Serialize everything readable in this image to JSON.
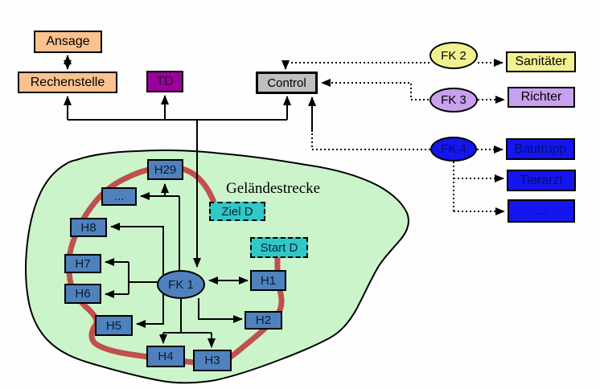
{
  "diagram": {
    "region_label": "Geländestrecke",
    "nodes": {
      "ansage": {
        "label": "Ansage"
      },
      "rechenstelle": {
        "label": "Rechenstelle"
      },
      "td": {
        "label": "TD"
      },
      "control": {
        "label": "Control"
      },
      "fk2": {
        "label": "FK 2"
      },
      "sanitaeter": {
        "label": "Sanitäter"
      },
      "fk3": {
        "label": "FK 3"
      },
      "richter": {
        "label": "Richter"
      },
      "fk4": {
        "label": "FK 4"
      },
      "bautrupp": {
        "label": "Bautrupp"
      },
      "tierarzt": {
        "label": "Tierarzt"
      },
      "more_units": {
        "label": "..."
      },
      "ziel_d": {
        "label": "Ziel D"
      },
      "start_d": {
        "label": "Start D"
      },
      "fk1": {
        "label": "FK 1"
      },
      "h29": {
        "label": "H29"
      },
      "more_stations": {
        "label": "..."
      },
      "h8": {
        "label": "H8"
      },
      "h7": {
        "label": "H7"
      },
      "h6": {
        "label": "H6"
      },
      "h5": {
        "label": "H5"
      },
      "h4": {
        "label": "H4"
      },
      "h3": {
        "label": "H3"
      },
      "h2": {
        "label": "H2"
      },
      "h1": {
        "label": "H1"
      }
    },
    "colors": {
      "peach": "#FAC28F",
      "magenta": "#9A019A",
      "gray": "#BFBFBF",
      "yellow": "#F3F18F",
      "plum": "#C9A0EE",
      "blue": "#1515EF",
      "steel_blue": "#4F81BD",
      "cyan": "#31C7C7",
      "green_area": "#CCF4CB",
      "route_red": "#C0504D",
      "line_black": "#000000"
    }
  }
}
